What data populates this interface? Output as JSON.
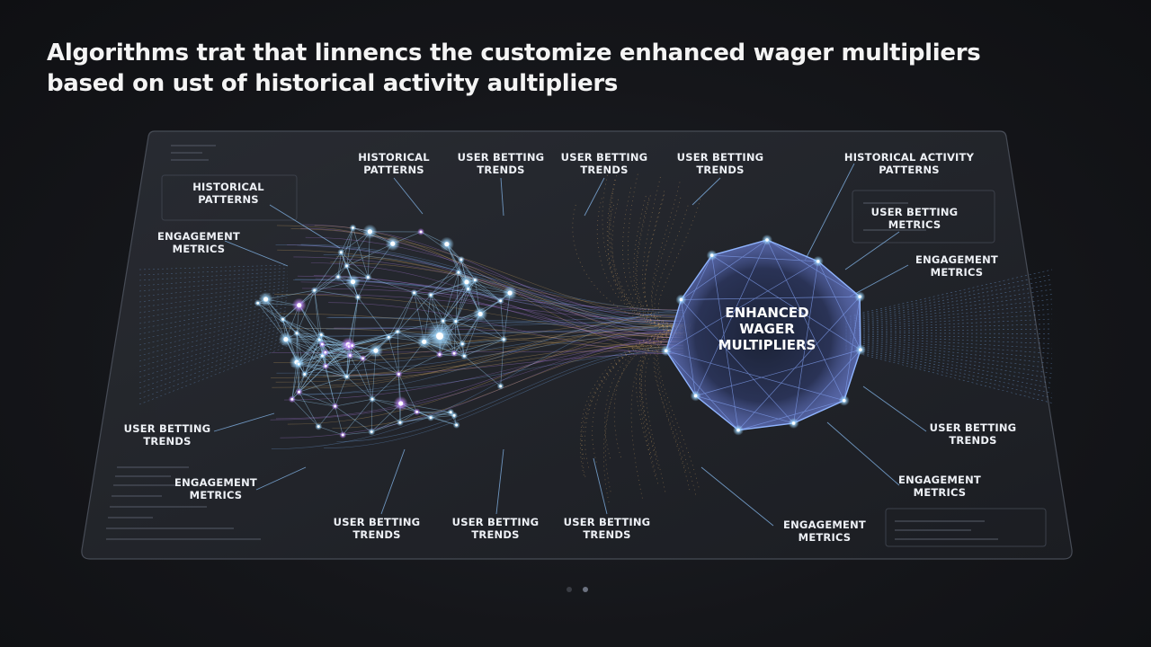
{
  "title": {
    "line1": "Algorithms trat that linnencs the customize enhanced wager multipliers",
    "line2": "based on ust of historical activity aultipliers"
  },
  "hub": {
    "line1": "ENHANCED",
    "line2": "WAGER",
    "line3": "MULTIPLIERS"
  },
  "labels": {
    "historical_patterns_left": [
      "HISTORICAL",
      "PATTERNS"
    ],
    "engagement_metrics_left": [
      "ENGAGEMENT",
      "METRICS"
    ],
    "user_betting_trends_left": [
      "USER BETTING",
      "TRENDS"
    ],
    "engagement_metrics_bottom_left": [
      "ENGAGEMENT",
      "METRICS"
    ],
    "historical_patterns_top": [
      "HISTORICAL",
      "PATTERNS"
    ],
    "user_betting_trends_top_1": [
      "USER BETTING",
      "TRENDS"
    ],
    "user_betting_trends_top_2": [
      "USER BETTING",
      "TRENDS"
    ],
    "user_betting_trends_top_3": [
      "USER BETTING",
      "TRENDS"
    ],
    "historical_activity_patterns": [
      "HISTORICAL ACTIVITY",
      "PATTERNS"
    ],
    "user_betting_metrics": [
      "USER BETTING",
      "METRICS"
    ],
    "engagement_metrics_right": [
      "ENGAGEMENT",
      "METRICS"
    ],
    "user_betting_trends_right": [
      "USER BETTING",
      "TRENDS"
    ],
    "engagement_metrics_right_low": [
      "ENGAGEMENT",
      "METRICS"
    ],
    "user_betting_trends_bottom_1": [
      "USER BETTING",
      "TRENDS"
    ],
    "user_betting_trends_bottom_2": [
      "USER BETTING",
      "TRENDS"
    ],
    "user_betting_trends_bottom_3": [
      "USER BETTING",
      "TRENDS"
    ],
    "engagement_metrics_bottom": [
      "ENGAGEMENT",
      "METRICS"
    ]
  },
  "colors": {
    "panel_border": "#4a4f5a",
    "node_blue": "#9fd8ff",
    "node_violet": "#c58cff",
    "stream_gold": "#e8b66a",
    "stream_blue": "#7fb8ff",
    "hub_edge": "#8fb4ff"
  },
  "pagination": {
    "count": 2,
    "active": 2
  }
}
